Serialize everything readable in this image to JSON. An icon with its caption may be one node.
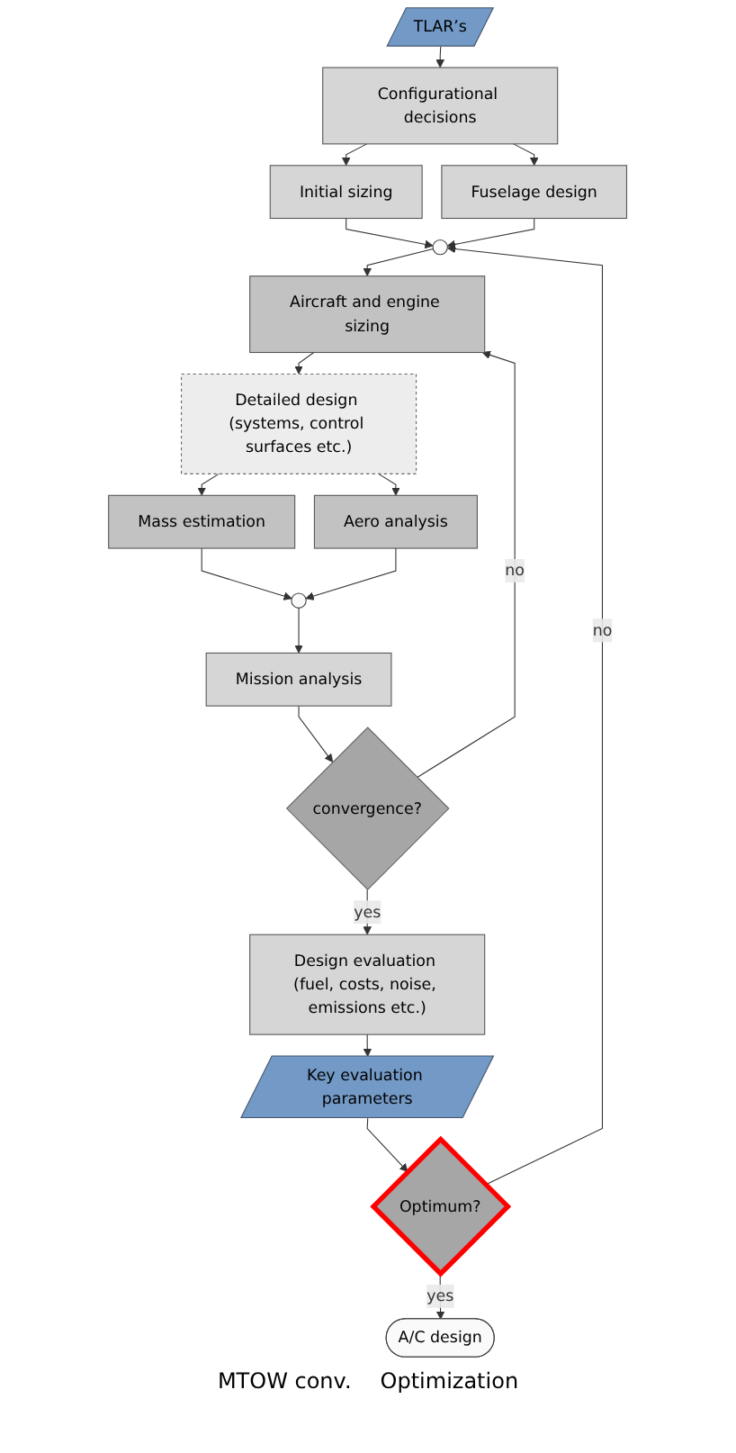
{
  "diagram": {
    "nodes": [
      {
        "text": [
          "TLAR’s"
        ]
      },
      {
        "text": [
          "Configurational decisions"
        ]
      },
      {
        "text": [
          "Initial sizing"
        ]
      },
      {
        "text": [
          "Fuselage design"
        ]
      },
      {
        "text": [],
        "shape": "circle"
      },
      {
        "text": [
          "Aircraft and engine sizing"
        ]
      },
      {
        "text": [
          "Detailed design (systems, control surfaces etc.)"
        ]
      },
      {
        "text": [
          "Mass estimation"
        ]
      },
      {
        "text": [
          "Aero analysis"
        ]
      },
      {
        "text": [],
        "shape": "circle"
      },
      {
        "text": [
          "Mission analysis"
        ]
      },
      {
        "text": [
          "convergence?"
        ]
      },
      {
        "text": [
          "Design evaluation (fuel, costs, noise, emissions etc.)"
        ]
      },
      {
        "text": [
          "Key evaluation parameters"
        ]
      },
      {
        "text": [
          "Optimum?"
        ]
      },
      {
        "text": [
          "A/C design"
        ]
      }
    ],
    "edges": [
      {
        "from": 0,
        "to": 1,
        "arrow": "to"
      },
      {
        "from": 1,
        "to": 2,
        "arrow": "to"
      },
      {
        "from": 1,
        "to": 3,
        "arrow": "to"
      },
      {
        "from": 2,
        "to": 4,
        "arrow": "to"
      },
      {
        "from": 3,
        "to": 4,
        "arrow": "to"
      },
      {
        "from": 4,
        "to": 5,
        "arrow": "to"
      },
      {
        "from": 5,
        "to": 6,
        "arrow": "to"
      },
      {
        "from": 6,
        "to": 7,
        "arrow": "to"
      },
      {
        "from": 6,
        "to": 8,
        "arrow": "to"
      },
      {
        "from": 7,
        "to": 9,
        "arrow": "to"
      },
      {
        "from": 8,
        "to": 9,
        "arrow": "to"
      },
      {
        "from": 9,
        "to": 10,
        "arrow": "to"
      },
      {
        "from": 10,
        "to": 11,
        "arrow": "to"
      },
      {
        "from": 11,
        "to": 5,
        "arrow": "to",
        "label": "no"
      },
      {
        "from": 11,
        "to": 12,
        "arrow": "to",
        "label": "yes"
      },
      {
        "from": 12,
        "to": 13,
        "arrow": "to"
      },
      {
        "from": 13,
        "to": 14,
        "arrow": "to"
      },
      {
        "from": 14,
        "to": 4,
        "arrow": "to",
        "label": "no"
      },
      {
        "from": 14,
        "to": 15,
        "arrow": "to",
        "label": "yes"
      }
    ],
    "labels": [
      "MTOW conv.",
      "Optimization"
    ]
  }
}
